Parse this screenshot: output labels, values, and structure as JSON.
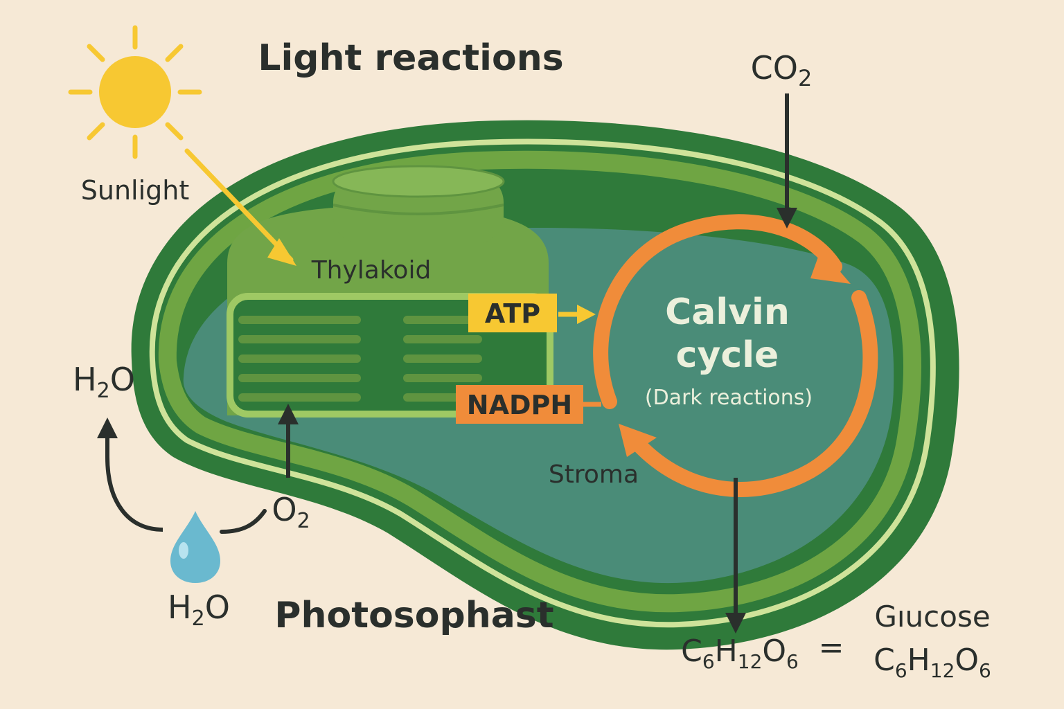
{
  "labels": {
    "light_reactions": "Light reactions",
    "sunlight": "Sunlight",
    "thylakoid": "Thylakoid",
    "atp": "ATP",
    "nadph": "NADPH",
    "calvin_line1": "Calvin",
    "calvin_line2": "cycle",
    "dark_reactions": "(Dark reactions)",
    "stroma": "Stroma",
    "photosophast": "Photosophast",
    "h2o_left": {
      "main": "H",
      "sub": "2",
      "tail": "O"
    },
    "h2o_bottom": {
      "main": "H",
      "sub": "2",
      "tail": "O"
    },
    "o2": {
      "main": "O",
      "sub": "2"
    },
    "co2": {
      "main": "CO",
      "sub": "2"
    },
    "glucose_formula": [
      "C",
      "6",
      "H",
      "12",
      "O",
      "6"
    ],
    "equals": "=",
    "glucose_name": "Gıucose",
    "glucose_formula_right": [
      "C",
      "6",
      "H",
      "12",
      "O",
      "6"
    ]
  },
  "colors": {
    "background": "#f6e9d6",
    "chloroplast_outer": "#2f7a3a",
    "membrane_light": "#cfe39a",
    "membrane_mid": "#6fa543",
    "stroma": "#4a8c78",
    "thylakoid": "#72a548",
    "thylakoid_dark": "#2f7a3a",
    "sun": "#f7c832",
    "atp": "#f7c832",
    "nadph": "#f08c3a",
    "cycle": "#f08c3a",
    "text_dark": "#2a2f2c",
    "text_light": "#ecf0dc",
    "water": "#6ab9cf"
  }
}
